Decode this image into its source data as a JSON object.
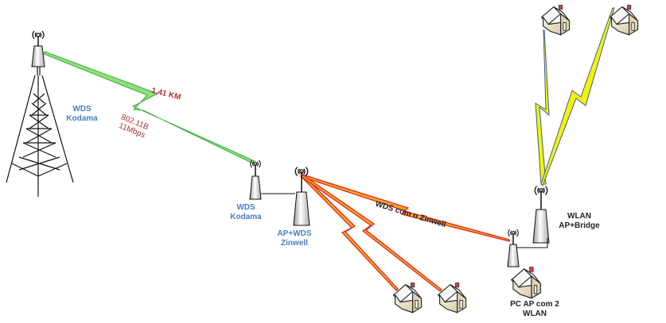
{
  "diagram": {
    "nodes": {
      "tower": {
        "label_line1": "WDS",
        "label_line2": "Kodama"
      },
      "wds_kodama": {
        "label_line1": "WDS",
        "label_line2": "Kodama"
      },
      "ap_wds": {
        "label_line1": "AP+WDS",
        "label_line2": "Zinwell"
      },
      "wlan_bridge": {
        "label_line1": "WLAN",
        "label_line2": "AP+Bridge"
      },
      "pc_ap": {
        "label_line1": "PC AP com 2",
        "label_line2": "WLAN"
      }
    },
    "links": {
      "backhaul": {
        "distance": "1,41 KM",
        "standard": "802.11B",
        "rate": "11Mbps"
      },
      "zinwell_link": {
        "label": "WDS com o Zinwell"
      }
    },
    "colors": {
      "label_blue": "#4a7ec2",
      "label_red": "#b03030",
      "green_link": "#8ee07a",
      "red_link": "#e02020",
      "orange_link": "#f5a623",
      "yellow_link": "#f4f400",
      "blue_line": "#3a5f9a"
    }
  }
}
